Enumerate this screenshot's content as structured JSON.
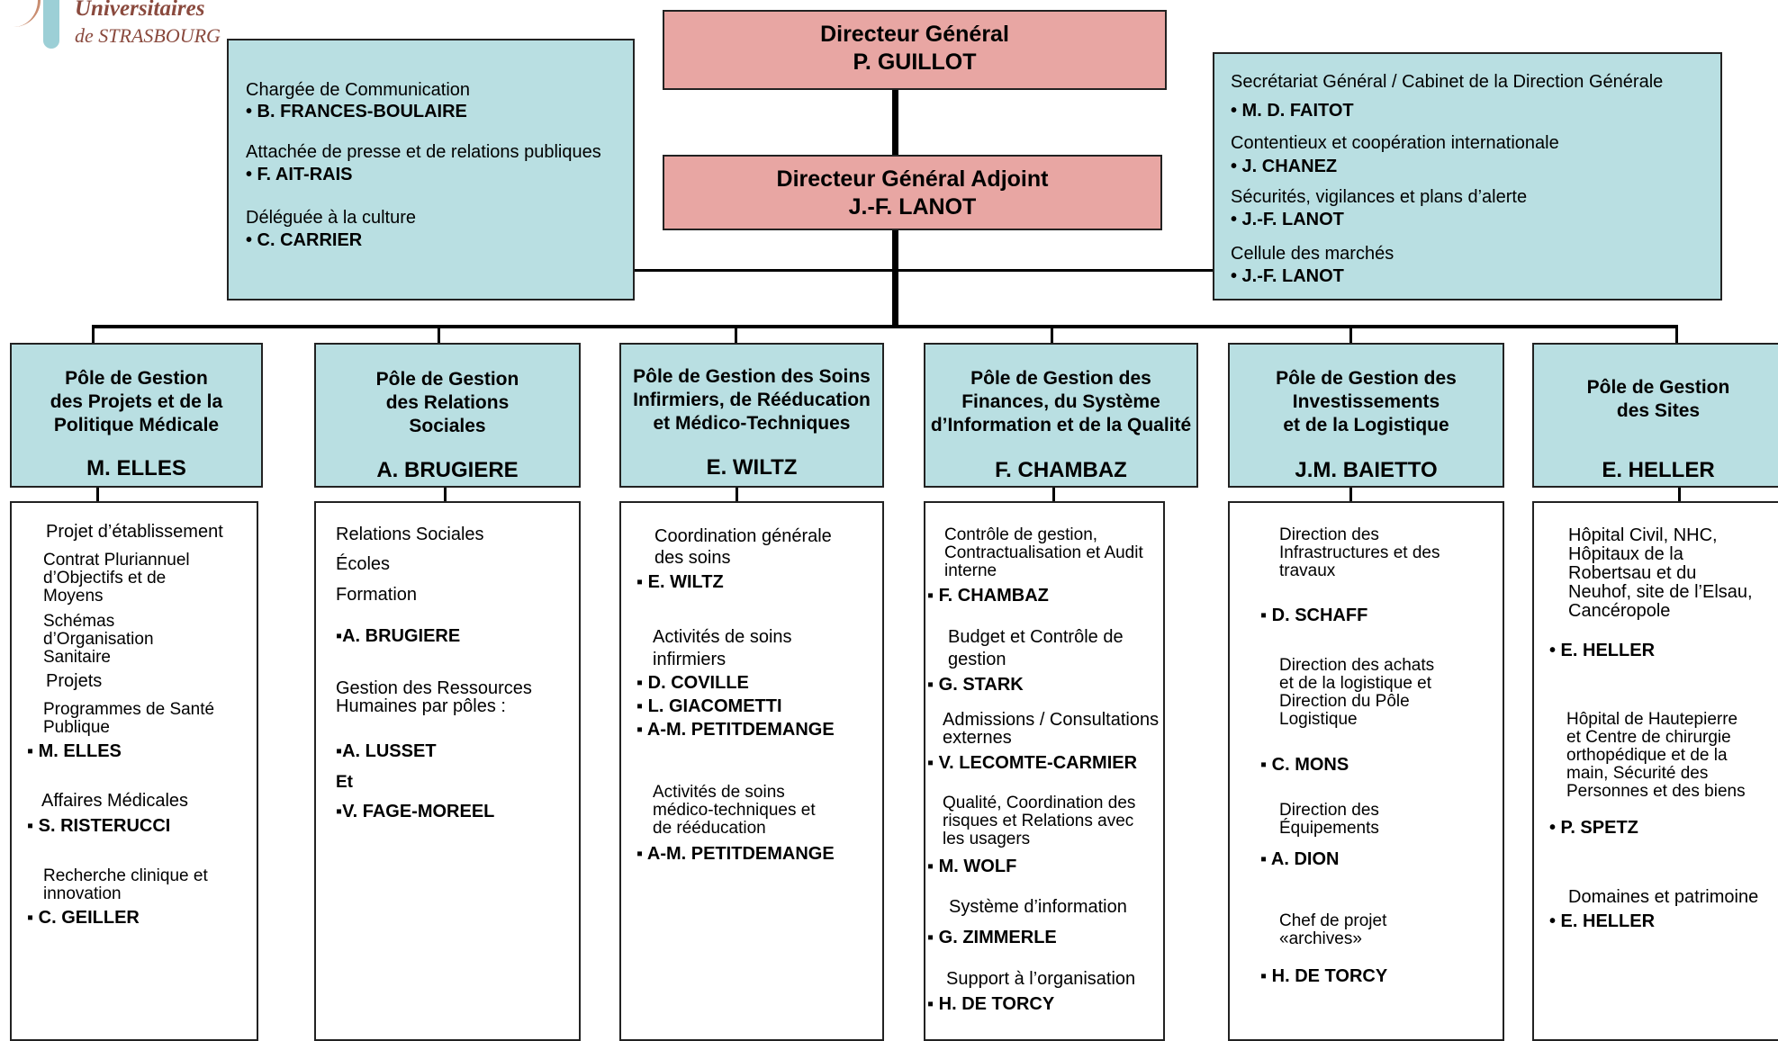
{
  "logo": {
    "line1": "Universitaires",
    "line2": "de STRASBOURG",
    "color": "#8a4a3e"
  },
  "director": {
    "title": "Directeur Général",
    "name": "P. GUILLOT"
  },
  "deputy": {
    "title": "Directeur Général Adjoint",
    "name": "J.-F. LANOT"
  },
  "left_staff": {
    "items": [
      {
        "role": "Chargée de Communication",
        "name": "• B. FRANCES-BOULAIRE"
      },
      {
        "role": "Attachée de presse et de relations publiques",
        "name": "• F. AIT-RAIS"
      },
      {
        "role": "Déléguée à la culture",
        "name": "• C. CARRIER"
      }
    ]
  },
  "right_staff": {
    "items": [
      {
        "role": "Secrétariat Général / Cabinet de la Direction Générale",
        "name": "•  M. D. FAITOT"
      },
      {
        "role": "Contentieux et coopération internationale",
        "name": "•  J. CHANEZ"
      },
      {
        "role": "Sécurités, vigilances et plans d’alerte",
        "name": "•  J.-F. LANOT"
      },
      {
        "role": "Cellule des marchés",
        "name": "•  J.-F. LANOT"
      }
    ]
  },
  "poles": [
    {
      "title": "Pôle de Gestion\ndes Projets et de la\nPolitique Médicale",
      "head": "M. ELLES",
      "entries": [
        {
          "text": "Projet d’établissement"
        },
        {
          "text": "Contrat Pluriannuel\nd’Objectifs et de\nMoyens"
        },
        {
          "text": "Schémas\nd’Organisation\nSanitaire"
        },
        {
          "text": "Projets"
        },
        {
          "text": "Programmes de Santé\nPublique"
        },
        {
          "name": "▪  M. ELLES"
        },
        {
          "text": "Affaires Médicales"
        },
        {
          "name": "▪  S. RISTERUCCI"
        },
        {
          "text": "Recherche clinique et\ninnovation"
        },
        {
          "name": "▪  C. GEILLER"
        }
      ]
    },
    {
      "title": "Pôle de Gestion\ndes Relations\nSociales",
      "head": "A. BRUGIERE",
      "entries": [
        {
          "text": "Relations Sociales"
        },
        {
          "text": "Écoles"
        },
        {
          "text": "Formation"
        },
        {
          "name": "▪A. BRUGIERE"
        },
        {
          "text": "Gestion des Ressources\nHumaines par pôles :"
        },
        {
          "name": "▪A. LUSSET"
        },
        {
          "name": "Et"
        },
        {
          "name": "▪V. FAGE-MOREEL"
        }
      ]
    },
    {
      "title": "Pôle de Gestion des Soins\nInfirmiers, de Rééducation\net Médico-Techniques",
      "head": "E. WILTZ",
      "entries": [
        {
          "text": "Coordination générale\ndes soins"
        },
        {
          "name": "▪  E. WILTZ"
        },
        {
          "text": "Activités de soins\ninfirmiers"
        },
        {
          "name": "▪  D. COVILLE"
        },
        {
          "name": "▪  L. GIACOMETTI"
        },
        {
          "name": "▪  A-M. PETITDEMANGE"
        },
        {
          "text": "Activités de soins\nmédico-techniques et\nde rééducation"
        },
        {
          "name": "▪  A-M. PETITDEMANGE"
        }
      ]
    },
    {
      "title": "Pôle de Gestion des\nFinances, du Système\nd’Information et de la Qualité",
      "head": "F. CHAMBAZ",
      "entries": [
        {
          "text": "Contrôle de gestion,\nContractualisation et Audit\ninterne"
        },
        {
          "name": "▪ F. CHAMBAZ"
        },
        {
          "text": "Budget et Contrôle de\ngestion"
        },
        {
          "name": "▪ G. STARK"
        },
        {
          "text": "Admissions / Consultations\nexternes"
        },
        {
          "name": "▪ V. LECOMTE-CARMIER"
        },
        {
          "text": "Qualité, Coordination des\nrisques et Relations avec\nles usagers"
        },
        {
          "name": "▪ M. WOLF"
        },
        {
          "text": "Système d’information"
        },
        {
          "name": "▪ G. ZIMMERLE"
        },
        {
          "text": "Support à l’organisation"
        },
        {
          "name": "▪ H. DE TORCY"
        }
      ]
    },
    {
      "title": "Pôle de Gestion des\nInvestissements\net de la Logistique",
      "head": "J.M. BAIETTO",
      "entries": [
        {
          "text": "Direction des\nInfrastructures et des\ntravaux"
        },
        {
          "name": "▪  D. SCHAFF"
        },
        {
          "text": "Direction des achats\net de la logistique et\nDirection du Pôle\nLogistique"
        },
        {
          "name": "▪  C. MONS"
        },
        {
          "text": "Direction des\nÉquipements"
        },
        {
          "name": "▪  A. DION"
        },
        {
          "text": "Chef de projet\n«archives»"
        },
        {
          "name": "▪  H. DE TORCY"
        }
      ]
    },
    {
      "title": "Pôle de Gestion\ndes Sites",
      "head": "E. HELLER",
      "entries": [
        {
          "text": "Hôpital Civil, NHC,\nHôpitaux de la\nRobertsau et du\nNeuhof, site de l’Elsau,\nCancéropole"
        },
        {
          "name": "•  E. HELLER"
        },
        {
          "text": "Hôpital de Hautepierre\net Centre de chirurgie\northopédique et de la\nmain, Sécurité des\nPersonnes et des biens"
        },
        {
          "name": "•  P. SPETZ"
        },
        {
          "text": "Domaines et patrimoine"
        },
        {
          "name": "•  E. HELLER"
        }
      ]
    }
  ]
}
